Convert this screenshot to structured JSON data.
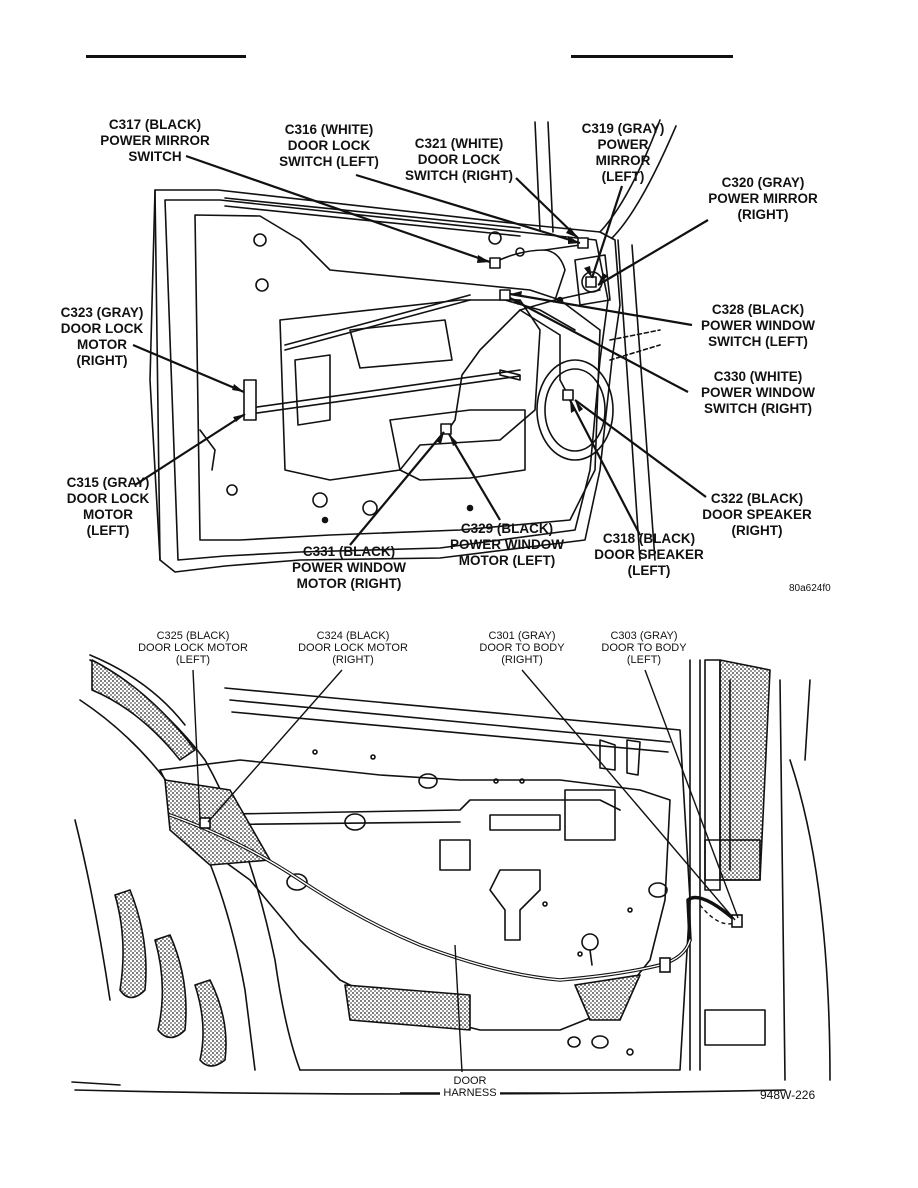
{
  "top_figure": {
    "labels": {
      "c317": "C317 (BLACK)\nPOWER MIRROR\nSWITCH",
      "c316": "C316 (WHITE)\nDOOR LOCK\nSWITCH (LEFT)",
      "c321": "C321 (WHITE)\nDOOR LOCK\nSWITCH (RIGHT)",
      "c319": "C319 (GRAY)\nPOWER\nMIRROR\n(LEFT)",
      "c320": "C320 (GRAY)\nPOWER MIRROR\n(RIGHT)",
      "c323": "C323 (GRAY)\nDOOR LOCK\nMOTOR\n(RIGHT)",
      "c328": "C328 (BLACK)\nPOWER WINDOW\nSWITCH (LEFT)",
      "c330": "C330 (WHITE)\nPOWER WINDOW\nSWITCH (RIGHT)",
      "c315": "C315 (GRAY)\nDOOR LOCK\nMOTOR\n(LEFT)",
      "c322": "C322 (BLACK)\nDOOR SPEAKER\n(RIGHT)",
      "c329": "C329 (BLACK)\nPOWER WINDOW\nMOTOR (LEFT)",
      "c318": "C318 (BLACK)\nDOOR SPEAKER\n(LEFT)",
      "c331": "C331 (BLACK)\nPOWER WINDOW\nMOTOR (RIGHT)"
    },
    "figure_code": "80a624f0"
  },
  "bottom_figure": {
    "labels": {
      "c325": "C325 (BLACK)\nDOOR LOCK MOTOR\n(LEFT)",
      "c324": "C324 (BLACK)\nDOOR LOCK MOTOR\n(RIGHT)",
      "c301": "C301 (GRAY)\nDOOR TO BODY\n(RIGHT)",
      "c303": "C303 (GRAY)\nDOOR TO BODY\n(LEFT)",
      "harness": "DOOR\nHARNESS"
    },
    "figure_code": "948W-226"
  },
  "colors": {
    "ink": "#111111",
    "background": "#ffffff"
  }
}
